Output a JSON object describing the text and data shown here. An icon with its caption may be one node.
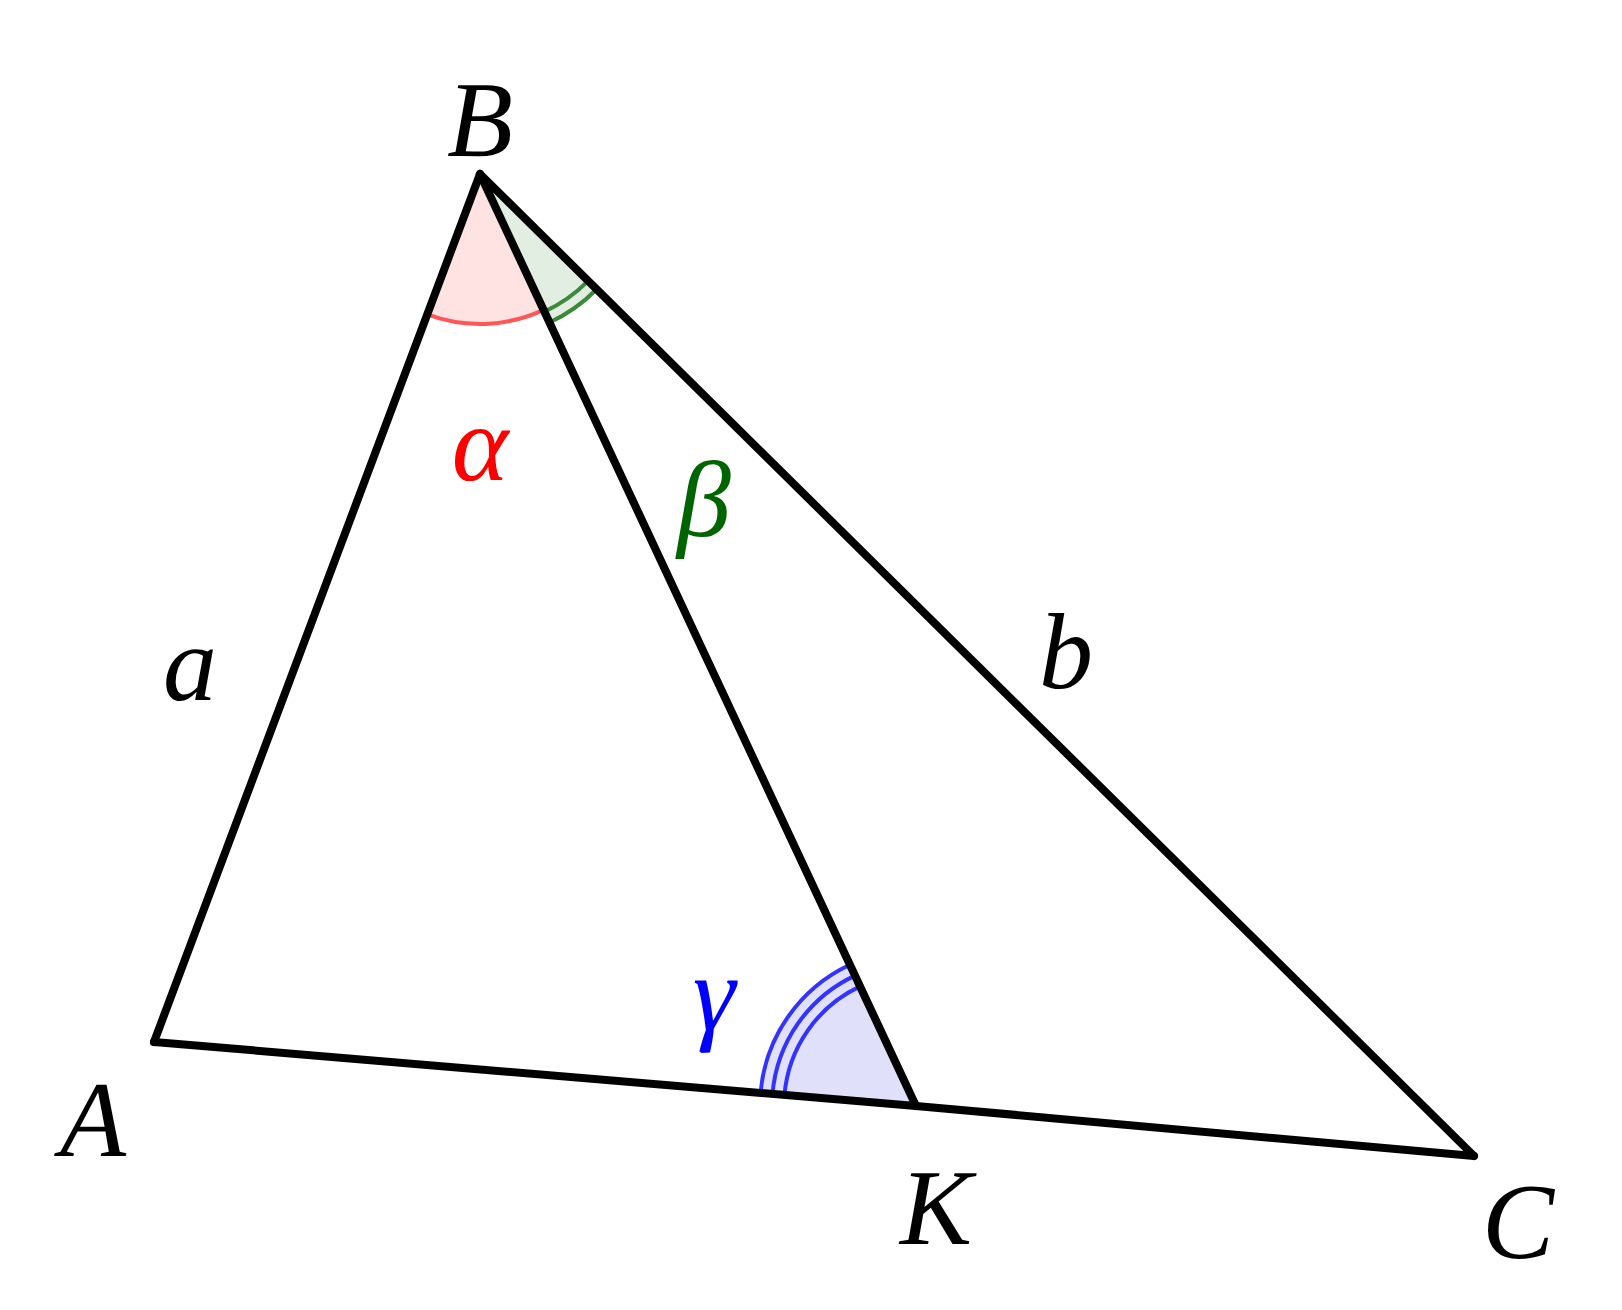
{
  "diagram": {
    "nodes": [
      {
        "text": [
          "B"
        ]
      },
      {
        "text": [
          "A"
        ]
      },
      {
        "text": [
          "K"
        ]
      },
      {
        "text": [
          "C"
        ]
      }
    ],
    "edges": [
      {
        "from": 0,
        "to": 1,
        "arrow": "none",
        "label": "a"
      },
      {
        "from": 0,
        "to": 2,
        "arrow": "none"
      },
      {
        "from": 0,
        "to": 3,
        "arrow": "none",
        "label": "b"
      },
      {
        "from": 1,
        "to": 2,
        "arrow": "none"
      },
      {
        "from": 2,
        "to": 3,
        "arrow": "none"
      }
    ],
    "labels": [
      "α",
      "β",
      "γ"
    ]
  }
}
